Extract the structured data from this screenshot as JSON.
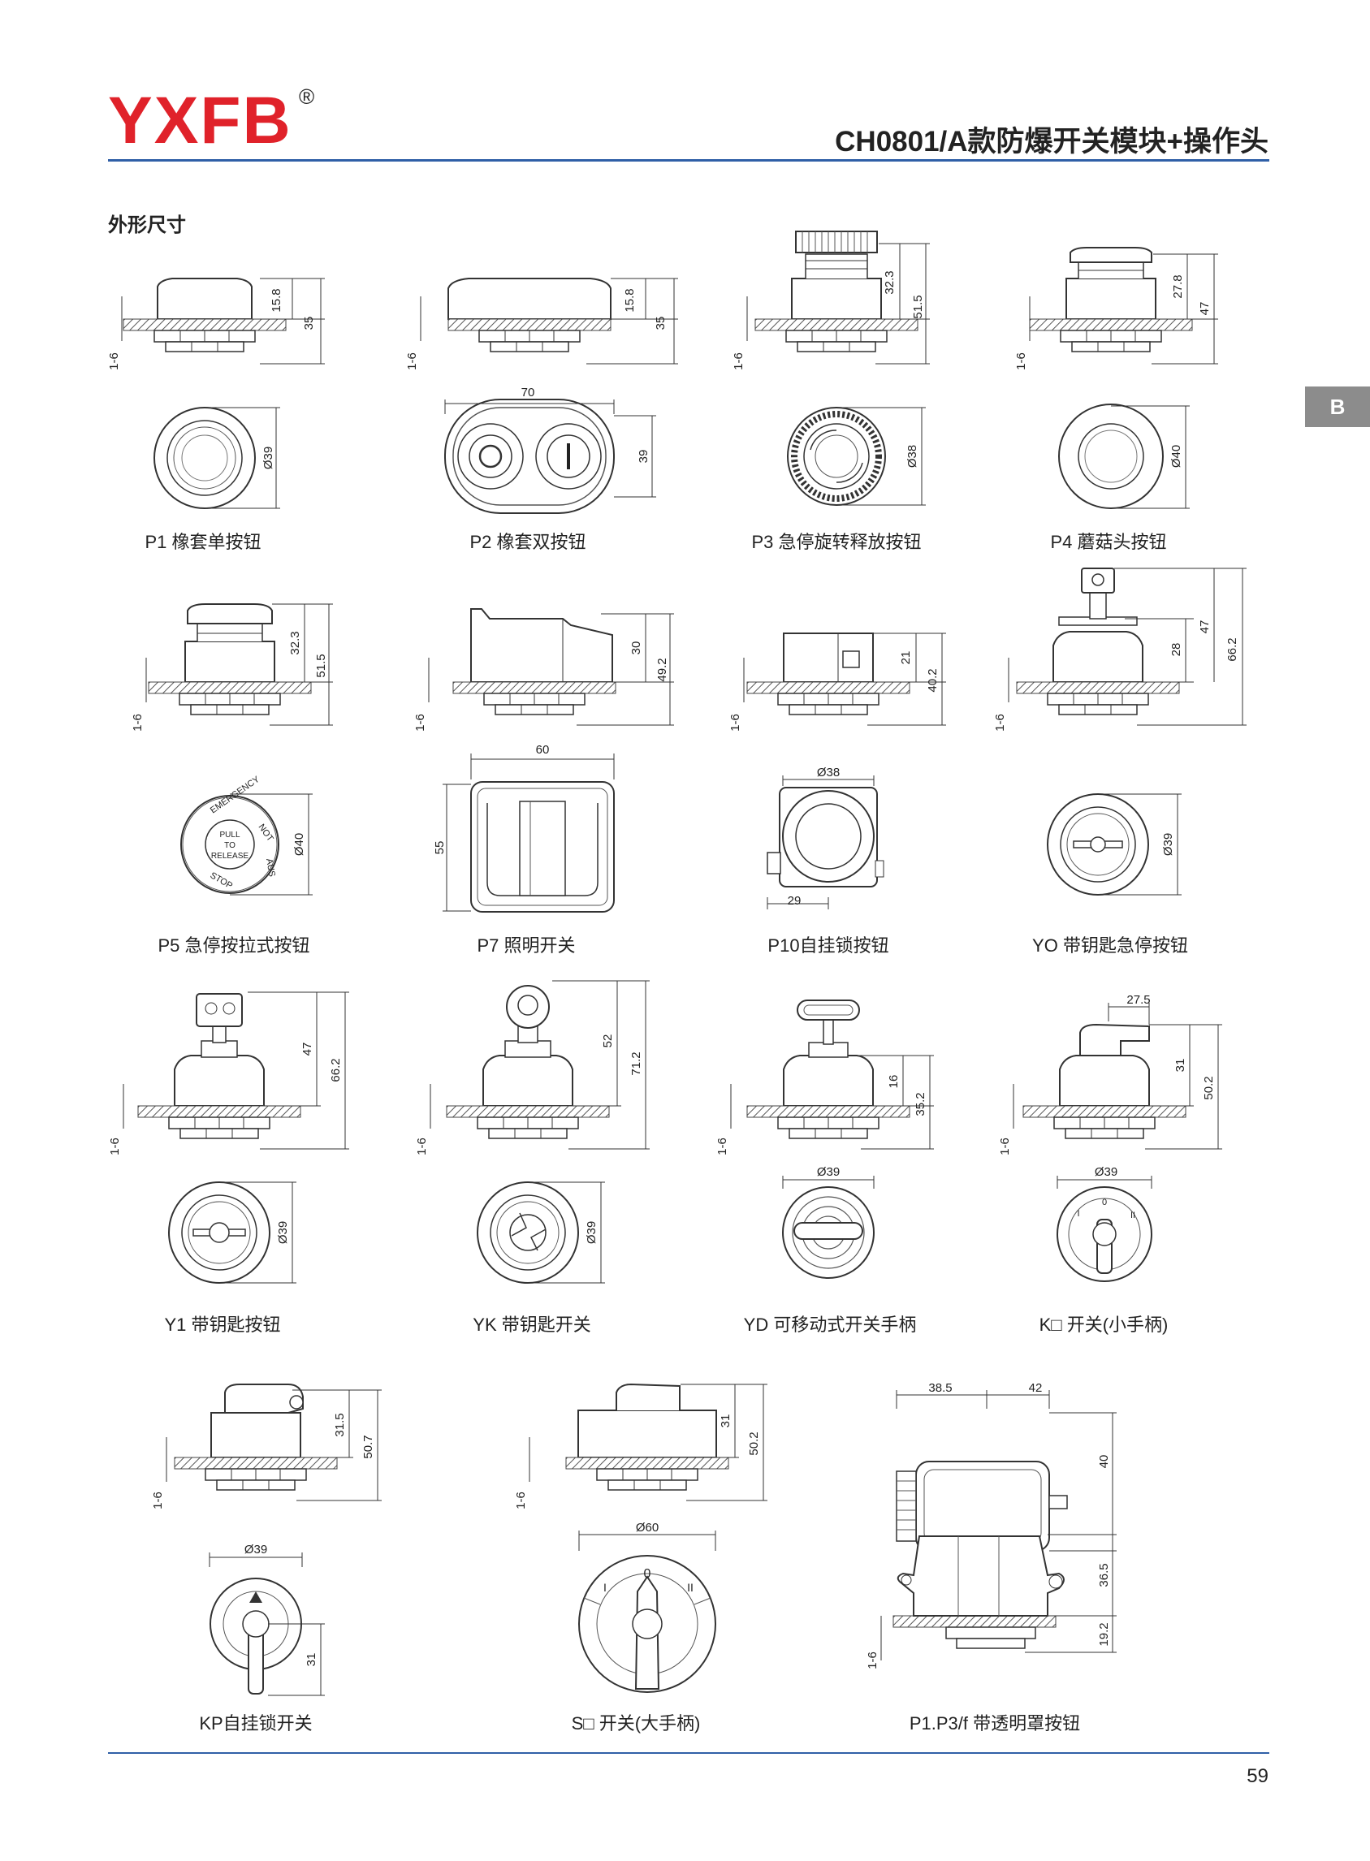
{
  "header": {
    "logo": "YXFB",
    "registered": "®",
    "title": "CH0801/A款防爆开关模块+操作头"
  },
  "section_title": "外形尺寸",
  "side_tab": "B",
  "page_number": "59",
  "captions": {
    "p1": "P1 橡套单按钮",
    "p2": "P2 橡套双按钮",
    "p3": "P3 急停旋转释放按钮",
    "p4": "P4 蘑菇头按钮",
    "p5": "P5 急停按拉式按钮",
    "p7": "P7 照明开关",
    "p10": "P10自挂锁按钮",
    "yo": "YO 带钥匙急停按钮",
    "y1": "Y1 带钥匙按钮",
    "yk": "YK 带钥匙开关",
    "yd": "YD 可移动式开关手柄",
    "k": "K□ 开关(小手柄)",
    "kp": "KP自挂锁开关",
    "s": "S□ 开关(大手柄)",
    "pf": "P1.P3/f 带透明罩按钮"
  },
  "dims": {
    "p1": [
      "15.8",
      "35",
      "1-6",
      "Ø39"
    ],
    "p2": [
      "15.8",
      "35",
      "1-6",
      "70",
      "39"
    ],
    "p3": [
      "32.3",
      "51.5",
      "1-6",
      "Ø38"
    ],
    "p4": [
      "27.8",
      "47",
      "1-6",
      "Ø40"
    ],
    "p5": [
      "32.3",
      "51.5",
      "1-6",
      "Ø40"
    ],
    "p7": [
      "30",
      "49.2",
      "1-6",
      "60",
      "55"
    ],
    "p10": [
      "21",
      "40.2",
      "1-6",
      "Ø38",
      "29"
    ],
    "yo": [
      "28",
      "47",
      "66.2",
      "1-6",
      "Ø39"
    ],
    "y1": [
      "47",
      "66.2",
      "1-6",
      "Ø39"
    ],
    "yk": [
      "52",
      "71.2",
      "1-6",
      "Ø39"
    ],
    "yd": [
      "16",
      "35.2",
      "1-6",
      "Ø39"
    ],
    "k": [
      "27.5",
      "31",
      "50.2",
      "1-6",
      "Ø39"
    ],
    "kp": [
      "31.5",
      "50.7",
      "1-6",
      "Ø39",
      "31"
    ],
    "s": [
      "31",
      "50.2",
      "1-6",
      "Ø60"
    ],
    "pf": [
      "38.5",
      "42",
      "40",
      "36.5",
      "19.2",
      "1-6"
    ]
  },
  "p5_face_text": [
    "EMERGENCY",
    "NOT",
    "AUS",
    "STOP",
    "PULL",
    "TO",
    "RELEASE"
  ],
  "switch_marks": {
    "k": [
      "0",
      "I",
      "II"
    ],
    "s": [
      "0",
      "I",
      "II"
    ]
  },
  "colors": {
    "brand_red": "#e0222a",
    "rule_blue": "#2f5fa7",
    "tab_gray": "#8c8c8c"
  }
}
